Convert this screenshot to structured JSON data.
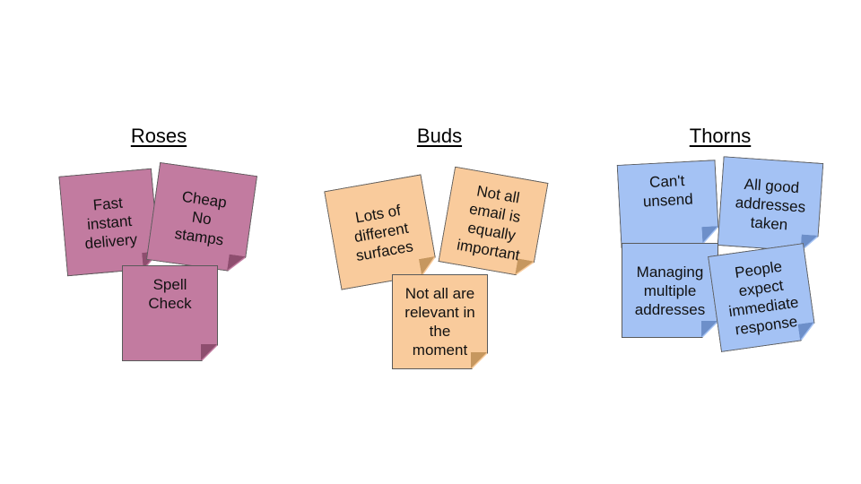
{
  "columns": [
    {
      "heading": "Roses",
      "notes": [
        {
          "lines": [
            "Fast",
            "instant",
            "delivery"
          ]
        },
        {
          "lines": [
            "Cheap",
            "No",
            "stamps"
          ]
        },
        {
          "lines": [
            "Spell",
            "Check"
          ]
        }
      ]
    },
    {
      "heading": "Buds",
      "notes": [
        {
          "lines": [
            "Lots of",
            "different",
            "surfaces"
          ]
        },
        {
          "lines": [
            "Not all",
            "email is",
            "equally",
            "important"
          ]
        },
        {
          "lines": [
            "Not all are",
            "relevant in",
            "the",
            "moment"
          ]
        }
      ]
    },
    {
      "heading": "Thorns",
      "notes": [
        {
          "lines": [
            "Can't",
            "unsend"
          ]
        },
        {
          "lines": [
            "All good",
            "addresses",
            "taken"
          ]
        },
        {
          "lines": [
            "Managing",
            "multiple",
            "addresses"
          ]
        },
        {
          "lines": [
            "People",
            "expect",
            "immediate",
            "response"
          ]
        }
      ]
    }
  ]
}
